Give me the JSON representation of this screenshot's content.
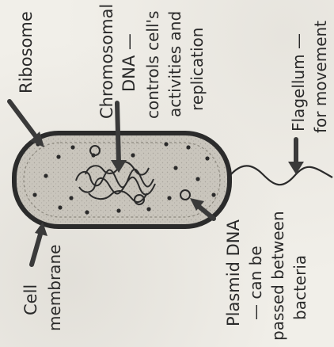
{
  "labels": {
    "ribosome": "Ribosome",
    "chromosomal_dna": [
      "Chromosomal",
      "DNA —",
      "controls cell's",
      "activities and",
      "replication"
    ],
    "flagellum": [
      "Flagellum —",
      "for movement"
    ],
    "plasmid_dna": [
      "Plasmid DNA",
      "— can be",
      "passed between",
      "bacteria"
    ],
    "cell_membrane": [
      "Cell",
      "membrane"
    ]
  },
  "colors": {
    "cell_fill": "#c9c5bc",
    "outline": "#2b2b2b",
    "arrow": "#3a3a3a",
    "text": "#2a2a2a"
  }
}
